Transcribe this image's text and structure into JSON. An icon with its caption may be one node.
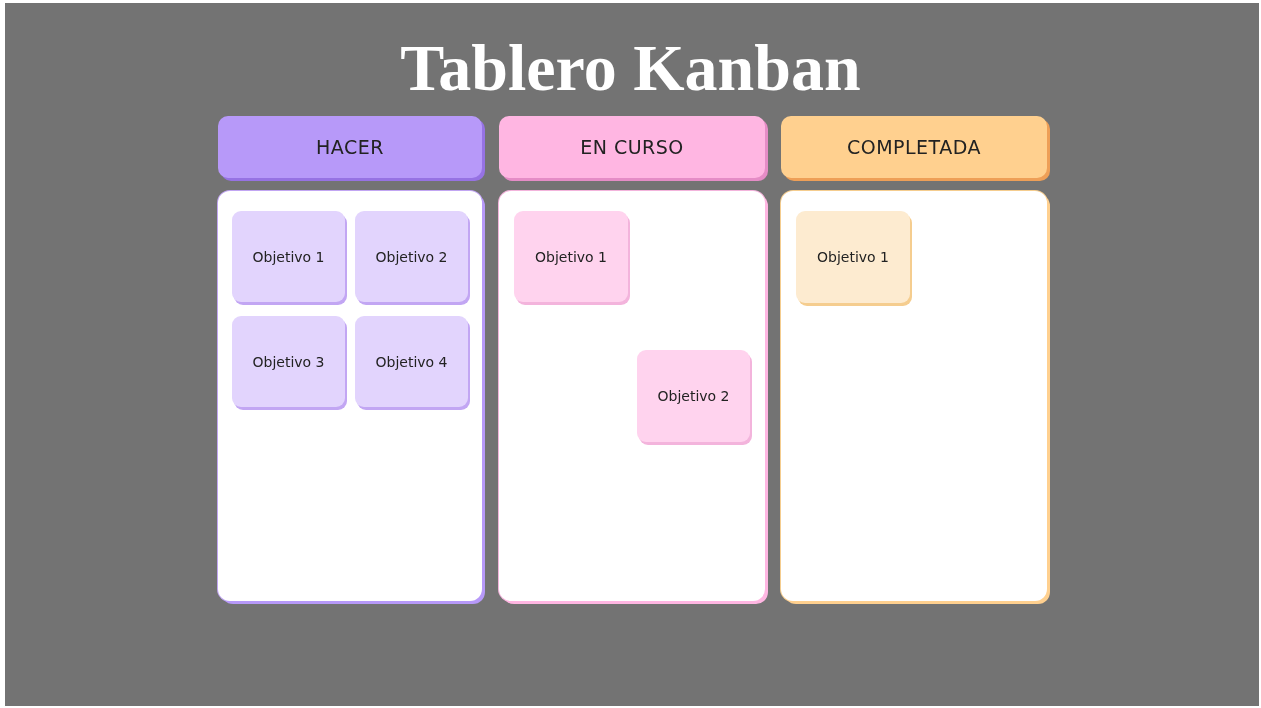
{
  "diagram": {
    "title": "Tablero Kanban",
    "nodes": [
      {
        "text": [
          "HACER"
        ]
      },
      {
        "text": [],
        "shape": "box"
      },
      {
        "text": [
          "Objetivo 1"
        ],
        "in": 1
      },
      {
        "text": [
          "Objetivo 2"
        ],
        "in": 1
      },
      {
        "text": [
          "Objetivo 3"
        ],
        "in": 1
      },
      {
        "text": [
          "Objetivo 4"
        ],
        "in": 1
      },
      {
        "text": [
          "EN CURSO"
        ]
      },
      {
        "text": [],
        "shape": "box"
      },
      {
        "text": [
          "Objetivo 1"
        ],
        "in": 7
      },
      {
        "text": [
          "Objetivo 2"
        ],
        "in": 7
      },
      {
        "text": [
          "COMPLETADA"
        ]
      },
      {
        "text": [],
        "shape": "box"
      },
      {
        "text": [
          "Objetivo 1"
        ],
        "in": 11
      }
    ],
    "edges": []
  }
}
